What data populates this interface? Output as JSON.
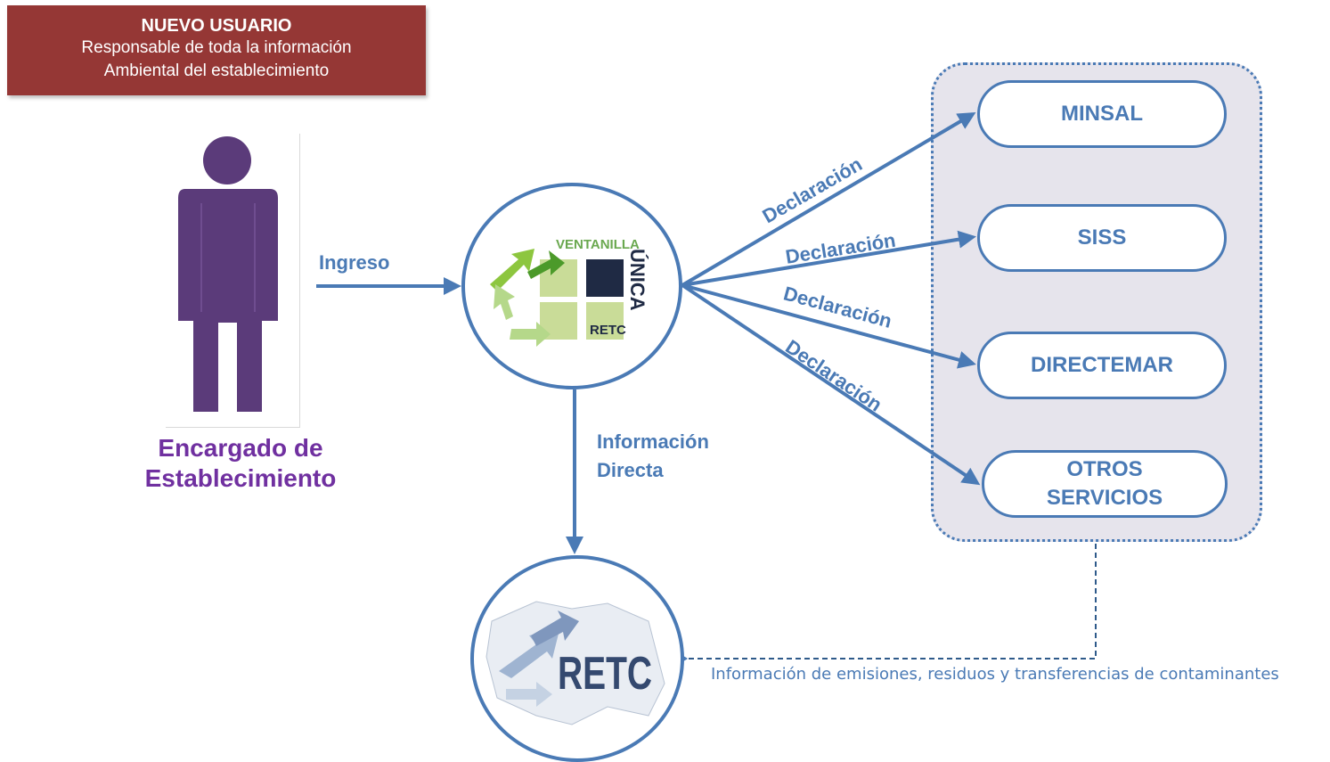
{
  "banner": {
    "title": "NUEVO USUARIO",
    "line1": "Responsable de toda la información",
    "line2": "Ambiental del establecimiento"
  },
  "person": {
    "label_line1": "Encargado de",
    "label_line2": "Establecimiento",
    "color": "#5b3b7a"
  },
  "flows": {
    "ingreso": "Ingreso",
    "info_line1": "Información",
    "info_line2": "Directa",
    "declaracion": "Declaración"
  },
  "ventanilla_logo": {
    "top_text": "VENTANILLA",
    "side_text": "ÚNICA",
    "small_text": "RETC"
  },
  "retc_logo": {
    "text": "RETC"
  },
  "services": {
    "minsal": "MINSAL",
    "siss": "SISS",
    "directemar": "DIRECTEMAR",
    "otros_line1": "OTROS",
    "otros_line2": "SERVICIOS"
  },
  "footnote": "Información de emisiones, residuos y transferencias de contaminantes",
  "colors": {
    "arrow": "#4a7ab5",
    "banner": "#953735",
    "person_label": "#7030a0",
    "group_fill": "#e6e4ec",
    "ventanilla_green": "#8dc63f",
    "ventanilla_dark": "#1f2a44"
  }
}
